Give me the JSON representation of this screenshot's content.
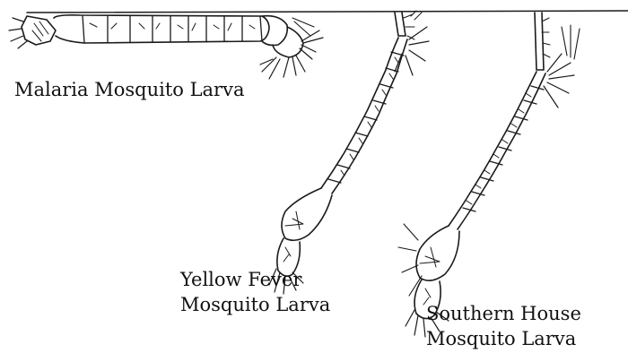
{
  "labels": {
    "malaria": "Malaria Mosquito Larva",
    "yellow_fever": [
      "Yellow Fever",
      "Mosquito Larva"
    ],
    "southern_house": [
      "Southern House",
      "Mosquito Larva"
    ]
  }
}
